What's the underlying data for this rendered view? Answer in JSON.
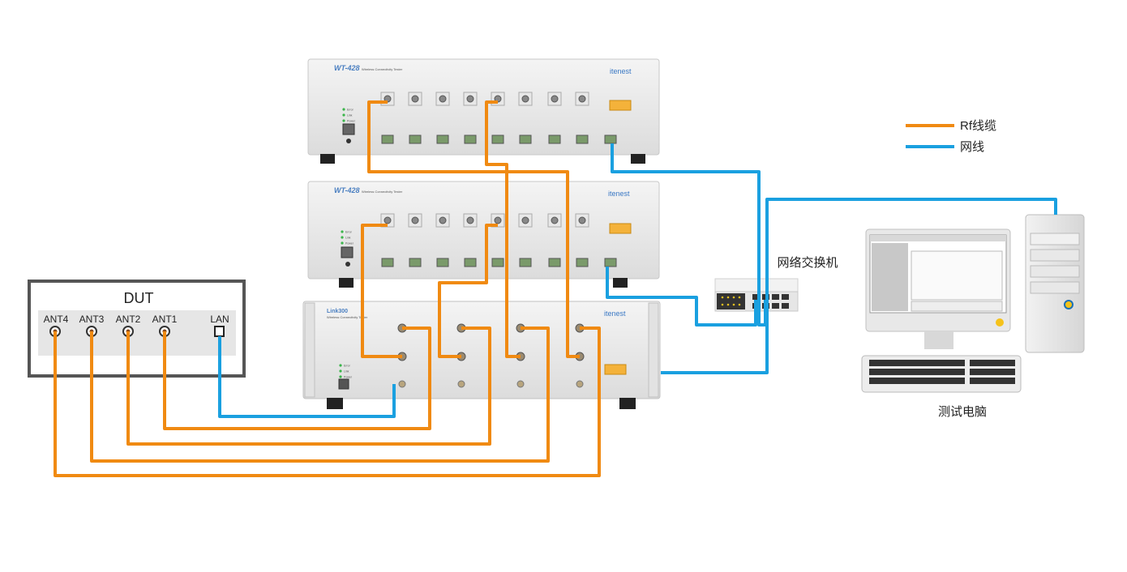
{
  "legend": {
    "rf_label": "Rf线缆",
    "net_label": "网线",
    "rf_color": "#f08a12",
    "net_color": "#1aa0e0"
  },
  "tester_top": {
    "model": "WT-428",
    "subtitle": "Wireless Connectivity Tester",
    "brand": "itenest",
    "leds": [
      "Error",
      "Link",
      "Power"
    ]
  },
  "tester_mid": {
    "model": "WT-428",
    "subtitle": "Wireless Connectivity Tester",
    "brand": "itenest",
    "leds": [
      "Error",
      "Link",
      "Power"
    ]
  },
  "link_box": {
    "model": "Link300",
    "subtitle": "Wireless Connectivity Tester",
    "brand": "itenest",
    "leds": [
      "Error",
      "Link",
      "Power"
    ]
  },
  "dut": {
    "title": "DUT",
    "ports": [
      "ANT4",
      "ANT3",
      "ANT2",
      "ANT1"
    ],
    "lan_label": "LAN"
  },
  "switch_label": "网络交换机",
  "pc_label": "测试电脑"
}
